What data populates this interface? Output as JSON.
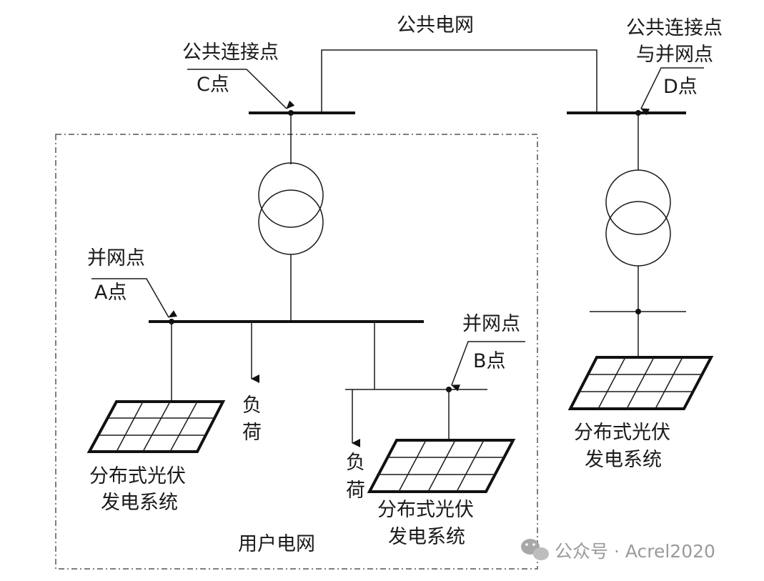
{
  "labels": {
    "public_grid": "公共电网",
    "pcc_c_title": "公共连接点",
    "pcc_c_point": "C点",
    "pcc_d_title_line1": "公共连接点",
    "pcc_d_title_line2": "与并网点",
    "pcc_d_point": "D点",
    "grid_point_a_title": "并网点",
    "grid_point_a_point": "A点",
    "grid_point_b_title": "并网点",
    "grid_point_b_point": "B点",
    "load_1_char1": "负",
    "load_1_char2": "荷",
    "load_2_char1": "负",
    "load_2_char2": "荷",
    "pv_1_line1": "分布式光伏",
    "pv_1_line2": "发电系统",
    "pv_2_line1": "分布式光伏",
    "pv_2_line2": "发电系统",
    "pv_3_line1": "分布式光伏",
    "pv_3_line2": "发电系统",
    "user_grid": "用户电网"
  },
  "watermark": {
    "icon": "wechat-icon",
    "text": "公众号 · Acrel2020"
  }
}
